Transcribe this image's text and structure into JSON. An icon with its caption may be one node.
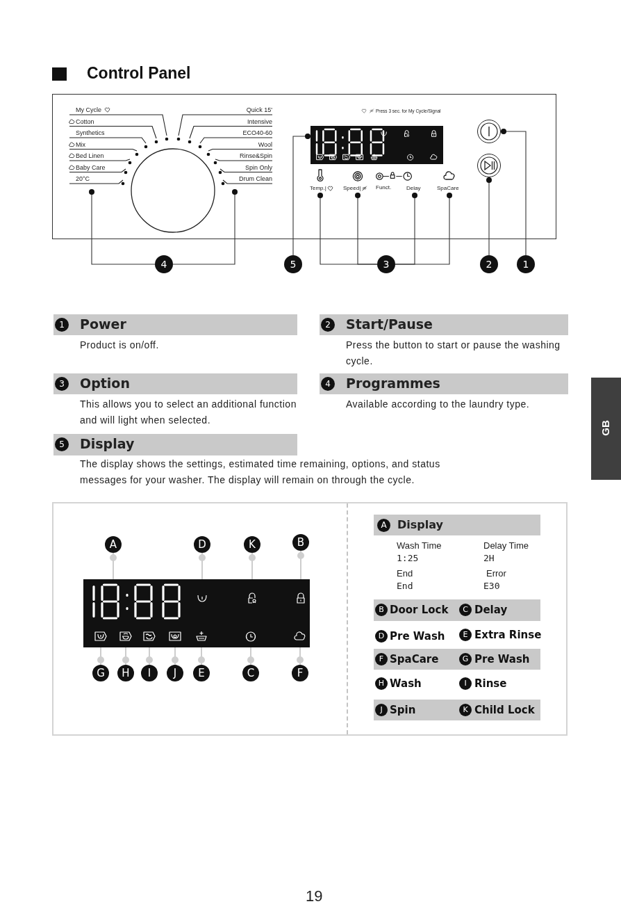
{
  "diagram": {
    "title": "Control Panel",
    "nodes": [
      {
        "text": [
          "My Cycle",
          "Cotton",
          "Synthetics",
          "Mix",
          "Bed Linen",
          "Baby Care",
          "20°C"
        ]
      },
      {
        "text": [
          "Quick 15'",
          "Intensive",
          "ECO40-60",
          "Wool",
          "Rinse&Spin",
          "Spin Only",
          "Drum Clean"
        ]
      },
      {
        "text": [],
        "shape": "display"
      },
      {
        "text": [],
        "shape": "circle"
      },
      {
        "text": [],
        "shape": "circle"
      },
      {
        "text": [
          "Temp.|"
        ]
      },
      {
        "text": [
          "Speed|"
        ]
      },
      {
        "text": [
          "Delay"
        ]
      },
      {
        "text": [
          "SpaCare"
        ]
      },
      {
        "text": [
          "4"
        ]
      },
      {
        "text": [
          "5"
        ]
      },
      {
        "text": [
          "3"
        ]
      },
      {
        "text": [
          "2"
        ]
      },
      {
        "text": [
          "1"
        ]
      },
      {
        "text": [
          "Power"
        ],
        "beside": [
          "Product is on/off."
        ]
      },
      {
        "text": [
          "1"
        ],
        "in": 14
      },
      {
        "text": [
          "Start/Pause"
        ],
        "beside": [
          "Press the button to start or pause the washing cycle."
        ]
      },
      {
        "text": [
          "2"
        ],
        "in": 16
      },
      {
        "text": [
          "Option"
        ],
        "beside": [
          "This allows you to select an additional function and will light when selected."
        ]
      },
      {
        "text": [
          "3"
        ],
        "in": 18
      },
      {
        "text": [
          "Programmes"
        ],
        "beside": [
          "Available according to the laundry type."
        ]
      },
      {
        "text": [
          "4"
        ],
        "in": 20
      },
      {
        "text": [
          "Display"
        ],
        "beside": [
          "The display shows the settings, estimated time remaining, options, and status messages for your washer. The display will remain on through the cycle."
        ]
      },
      {
        "text": [
          "5"
        ],
        "in": 22
      },
      {
        "text": [
          "GB"
        ]
      },
      {
        "text": [
          "A"
        ]
      },
      {
        "text": [
          "D"
        ]
      },
      {
        "text": [
          "K"
        ]
      },
      {
        "text": [
          "B"
        ]
      },
      {
        "text": [],
        "shape": "display"
      },
      {
        "text": [],
        "shape": "digits",
        "in": 29
      },
      {
        "text": [],
        "shape": "icon",
        "in": 29
      },
      {
        "text": [],
        "shape": "icon",
        "in": 29
      },
      {
        "text": [],
        "shape": "icon",
        "in": 29
      },
      {
        "text": [],
        "shape": "icon",
        "in": 29
      },
      {
        "text": [],
        "shape": "icon",
        "in": 29
      },
      {
        "text": [],
        "shape": "icon",
        "in": 29
      },
      {
        "text": [],
        "shape": "icon",
        "in": 29
      },
      {
        "text": [],
        "shape": "icon",
        "in": 29
      },
      {
        "text": [],
        "shape": "icon",
        "in": 29
      },
      {
        "text": [],
        "shape": "icon",
        "in": 29
      },
      {
        "text": [
          "G"
        ]
      },
      {
        "text": [
          "H"
        ]
      },
      {
        "text": [
          "I"
        ]
      },
      {
        "text": [
          "J"
        ]
      },
      {
        "text": [
          "E"
        ]
      },
      {
        "text": [
          "C"
        ]
      },
      {
        "text": [
          "F"
        ]
      },
      {
        "text": [
          "Display"
        ]
      },
      {
        "text": [
          "A"
        ],
        "in": 48
      },
      {
        "text": [],
        "shape": "bar"
      },
      {
        "text": [
          "B"
        ],
        "in": 50
      },
      {
        "text": [
          "Door Lock"
        ],
        "in": 50
      },
      {
        "text": [
          "C"
        ],
        "in": 50
      },
      {
        "text": [
          "Delay"
        ],
        "in": 50
      },
      {
        "text": [
          "D"
        ]
      },
      {
        "text": [
          "Pre Wash"
        ]
      },
      {
        "text": [
          "E"
        ]
      },
      {
        "text": [
          "Extra Rinse"
        ]
      },
      {
        "text": [],
        "shape": "bar"
      },
      {
        "text": [
          "F"
        ],
        "in": 59
      },
      {
        "text": [
          "SpaCare"
        ],
        "in": 59
      },
      {
        "text": [
          "G"
        ],
        "in": 59
      },
      {
        "text": [
          "Pre Wash"
        ],
        "in": 59
      },
      {
        "text": [
          "H"
        ]
      },
      {
        "text": [
          "Wash"
        ]
      },
      {
        "text": [
          "I"
        ]
      },
      {
        "text": [
          "Rinse"
        ]
      },
      {
        "text": [],
        "shape": "bar"
      },
      {
        "text": [
          "J"
        ],
        "in": 68
      },
      {
        "text": [
          "Spin"
        ],
        "in": 68
      },
      {
        "text": [
          "K"
        ],
        "in": 68
      },
      {
        "text": [
          "Child Lock"
        ],
        "in": 68
      }
    ],
    "edges": [
      {
        "from": 9,
        "to": 0,
        "arrow": "other",
        "color": "#333333"
      },
      {
        "from": 9,
        "to": 1,
        "arrow": "other",
        "color": "#333333"
      },
      {
        "from": 10,
        "to": 2,
        "arrow": "other",
        "color": "#333333"
      },
      {
        "from": 11,
        "to": 5,
        "arrow": "other",
        "color": "#333333"
      },
      {
        "from": 11,
        "to": 6,
        "arrow": "other",
        "color": "#333333"
      },
      {
        "from": 11,
        "to": 7,
        "arrow": "other",
        "color": "#333333"
      },
      {
        "from": 11,
        "to": 8,
        "arrow": "other",
        "color": "#333333"
      },
      {
        "from": 12,
        "to": 4,
        "arrow": "other",
        "color": "#333333"
      },
      {
        "from": 13,
        "to": 3,
        "arrow": "other",
        "color": "#333333"
      },
      {
        "from": 25,
        "to": 30,
        "arrow": "other"
      },
      {
        "from": 26,
        "to": 31,
        "arrow": "other"
      },
      {
        "from": 27,
        "to": 32,
        "arrow": "other"
      },
      {
        "from": 28,
        "to": 33,
        "arrow": "other"
      },
      {
        "from": 41,
        "to": 34,
        "arrow": "other"
      },
      {
        "from": 42,
        "to": 35,
        "arrow": "other"
      },
      {
        "from": 43,
        "to": 36,
        "arrow": "other"
      },
      {
        "from": 44,
        "to": 37,
        "arrow": "other"
      },
      {
        "from": 45,
        "to": 38,
        "arrow": "other"
      },
      {
        "from": 46,
        "to": 39,
        "arrow": "other"
      },
      {
        "from": 47,
        "to": 40,
        "arrow": "other"
      }
    ],
    "labels": [
      "Press 3 sec. for My Cycle/Signal",
      "Funct.",
      "Wash Time",
      "Delay Time",
      "1:25",
      "2H",
      "End",
      "Error",
      "End",
      "E30",
      "19"
    ]
  }
}
